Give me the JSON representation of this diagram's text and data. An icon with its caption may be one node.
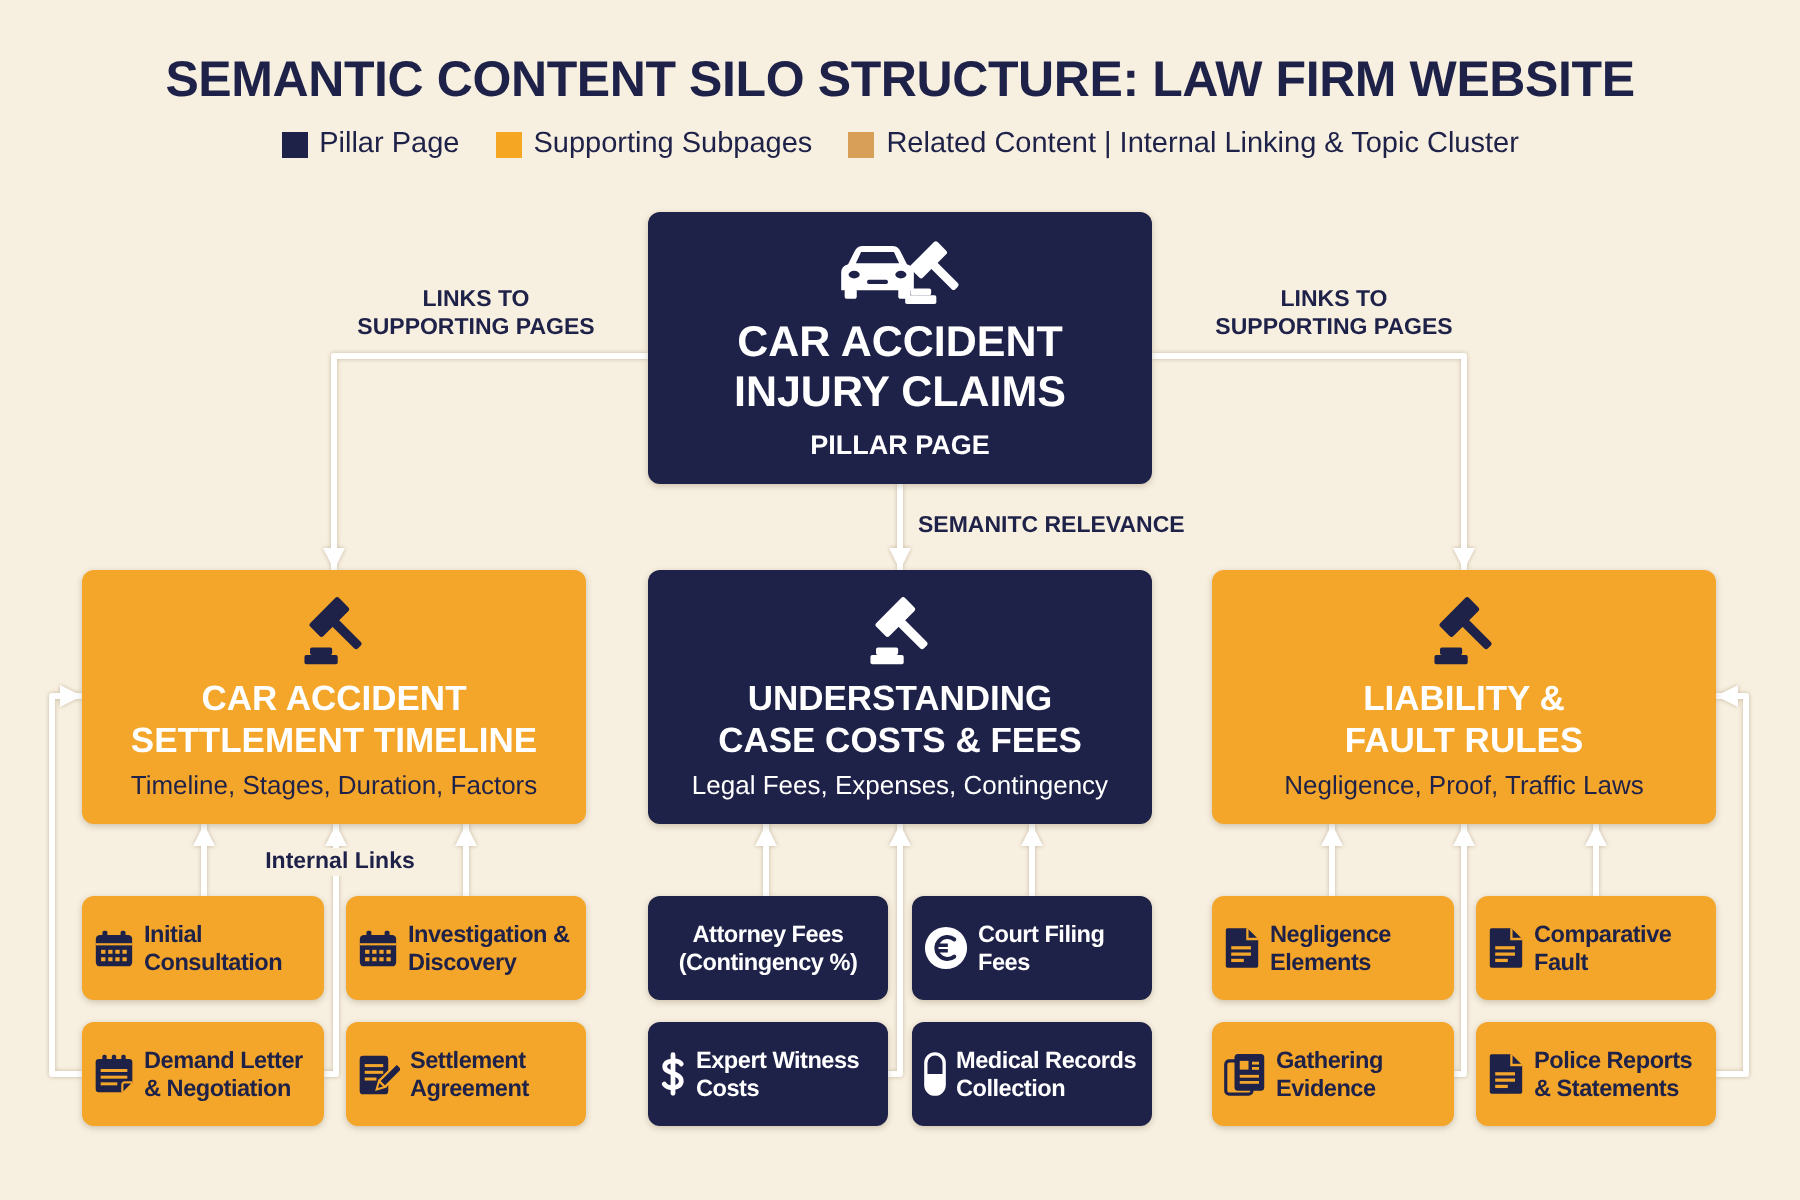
{
  "diagram": {
    "title": "SEMANTIC CONTENT SILO STRUCTURE: LAW FIRM WEBSITE",
    "nodes": [
      {
        "text": [
          "CAR ACCIDENT INJURY CLAIMS",
          "PILLAR PAGE"
        ]
      },
      {
        "text": [
          "CAR ACCIDENT SETTLEMENT TIMELINE",
          "Timeline, Stages, Duration, Factors"
        ]
      },
      {
        "text": [
          "UNDERSTANDING CASE COSTS & FEES",
          "Legal Fees, Expenses, Contingency"
        ]
      },
      {
        "text": [
          "LIABILITY & FAULT RULES",
          "Negligence, Proof, Traffic Laws"
        ]
      },
      {
        "text": [
          "Initial Consultation"
        ]
      },
      {
        "text": [
          "Investigation & Discovery"
        ]
      },
      {
        "text": [
          "Demand Letter & Negotiation"
        ]
      },
      {
        "text": [
          "Settlement Agreement"
        ]
      },
      {
        "text": [
          "Attorney Fees (Contingency %)"
        ]
      },
      {
        "text": [
          "Court Filing Fees"
        ]
      },
      {
        "text": [
          "Expert Witness Costs"
        ]
      },
      {
        "text": [
          "Medical Records Collection"
        ]
      },
      {
        "text": [
          "Negligence Elements"
        ]
      },
      {
        "text": [
          "Comparative Fault"
        ]
      },
      {
        "text": [
          "Gathering Evidence"
        ]
      },
      {
        "text": [
          "Police Reports & Statements"
        ]
      }
    ],
    "edges": [
      {
        "from": 0,
        "to": 1,
        "arrow": "to",
        "label": "LINKS TO SUPPORTING PAGES"
      },
      {
        "from": 0,
        "to": 2,
        "arrow": "to",
        "label": "SEMANITC RELEVANCE"
      },
      {
        "from": 0,
        "to": 3,
        "arrow": "to",
        "label": "LINKS TO SUPPORTING PAGES"
      },
      {
        "from": 4,
        "to": 1,
        "arrow": "to"
      },
      {
        "from": 6,
        "to": 1,
        "arrow": "to",
        "label": "Internal Links"
      },
      {
        "from": 5,
        "to": 1,
        "arrow": "to"
      },
      {
        "from": 6,
        "to": 1,
        "arrow": "to"
      },
      {
        "from": 8,
        "to": 2,
        "arrow": "to"
      },
      {
        "from": 10,
        "to": 2,
        "arrow": "to"
      },
      {
        "from": 9,
        "to": 2,
        "arrow": "to"
      },
      {
        "from": 12,
        "to": 3,
        "arrow": "to"
      },
      {
        "from": 14,
        "to": 3,
        "arrow": "to"
      },
      {
        "from": 13,
        "to": 3,
        "arrow": "to"
      },
      {
        "from": 15,
        "to": 3,
        "arrow": "to"
      }
    ],
    "legend": [
      {
        "text": "Pillar Page",
        "color": "#1e2148"
      },
      {
        "text": "Supporting Subpages",
        "color": "#f5a623"
      },
      {
        "text": "Related Content | Internal Linking & Topic Cluster",
        "color": "#d89f58"
      }
    ]
  }
}
